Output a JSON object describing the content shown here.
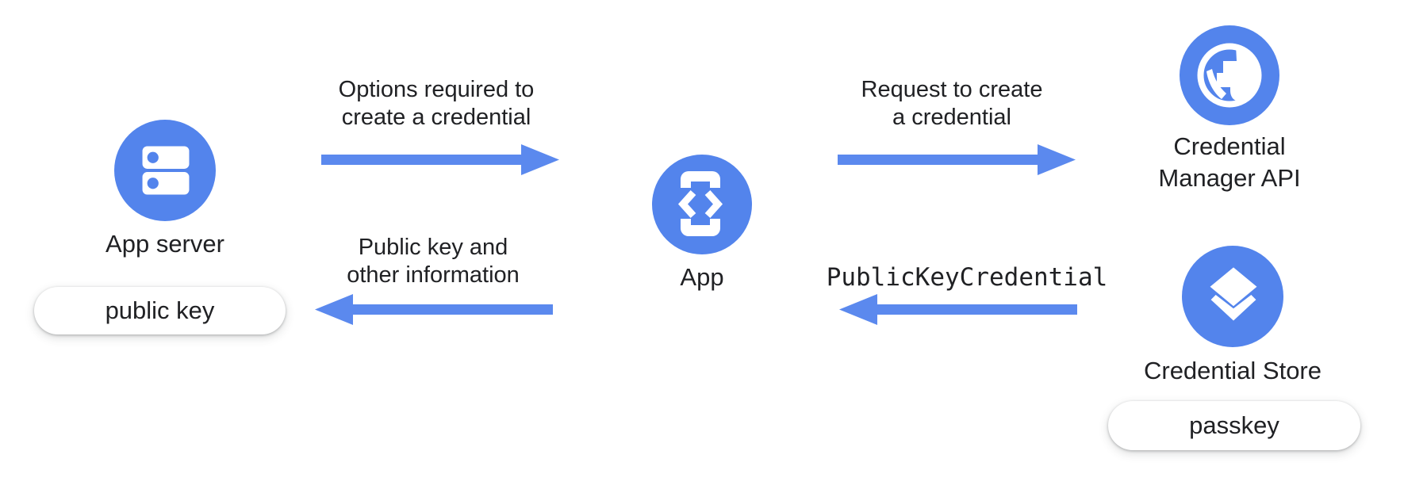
{
  "colors": {
    "background": "#ffffff",
    "node_blue": "#5384ec",
    "arrow_blue": "#5b89ee",
    "text": "#202124"
  },
  "nodes": {
    "app_server": {
      "label": "App server",
      "icon": "server-icon",
      "badge": "public key"
    },
    "app": {
      "label": "App",
      "icon": "phone-code-icon"
    },
    "credential_manager_api": {
      "label_line1": "Credential",
      "label_line2": "Manager API",
      "icon": "globe-icon"
    },
    "credential_store": {
      "label": "Credential Store",
      "icon": "layers-icon",
      "badge": "passkey"
    }
  },
  "arrows": {
    "options": {
      "label_line1": "Options required to",
      "label_line2": "create a credential",
      "direction": "right",
      "from": "App server",
      "to": "App"
    },
    "request": {
      "label_line1": "Request to create",
      "label_line2": "a credential",
      "direction": "right",
      "from": "App",
      "to": "Credential Manager API"
    },
    "public_key_credential": {
      "label": "PublicKeyCredential",
      "direction": "left",
      "from": "Credential Store",
      "to": "App"
    },
    "public_key_info": {
      "label_line1": "Public key and",
      "label_line2": "other information",
      "direction": "left",
      "from": "App",
      "to": "App server"
    }
  }
}
